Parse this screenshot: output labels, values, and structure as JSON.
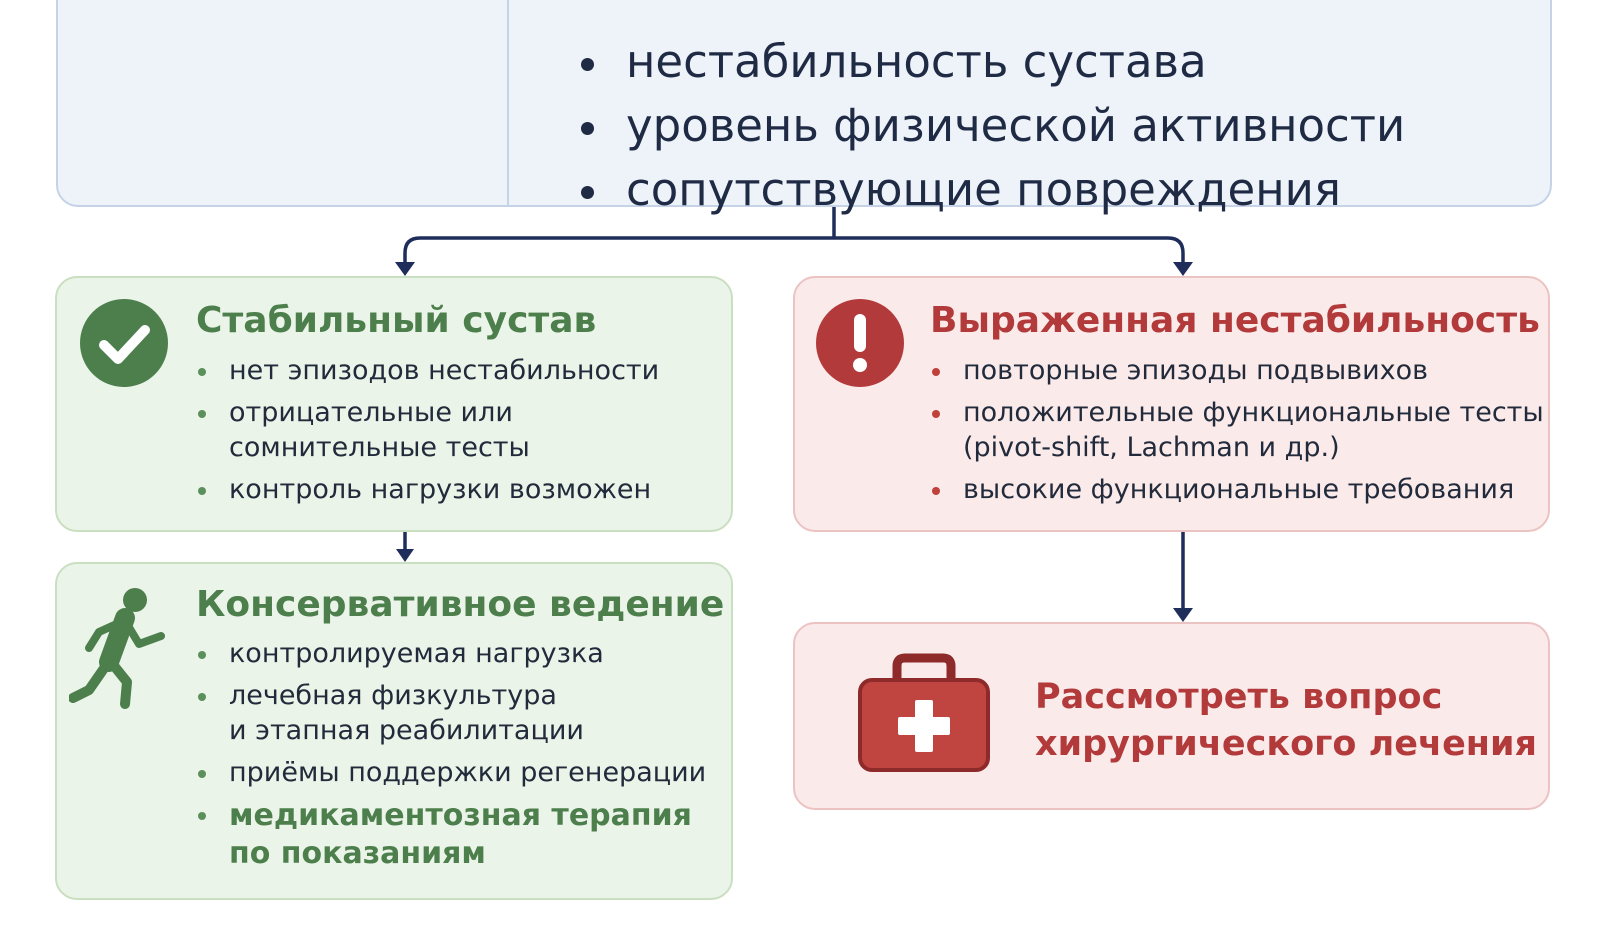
{
  "top": {
    "items": [
      "нестабильность сустава",
      "уровень физической активности",
      "сопутствующие повреждения"
    ]
  },
  "stable": {
    "title": "Стабильный сустав",
    "items": [
      "нет эпизодов нестабильности",
      "отрицательные или",
      "сомнительные тесты",
      "контроль нагрузки возможен"
    ]
  },
  "unstable": {
    "title": "Выраженная нестабильность",
    "items": [
      "повторные эпизоды подвывихов",
      "положительные функциональные тесты",
      "(pivot-shift, Lachman и др.)",
      "высокие функциональные требования"
    ]
  },
  "conservative": {
    "title": "Консервативное ведение",
    "items": [
      "контролируемая нагрузка",
      "лечебная физкультура",
      "и этапная реабилитации",
      "приёмы поддержки регенерации",
      "медикаментозная терапия",
      "по показаниям"
    ]
  },
  "surgery": {
    "line1": "Рассмотреть вопрос",
    "line2": "хирургического лечения"
  },
  "icons": {
    "stable": "check-circle-icon",
    "unstable": "exclamation-circle-icon",
    "conservative": "running-person-icon",
    "surgery": "first-aid-kit-icon"
  },
  "colors": {
    "connector": "#1f2d5a",
    "green_accent": "#4d7f4d",
    "red_accent": "#b23a3a"
  }
}
